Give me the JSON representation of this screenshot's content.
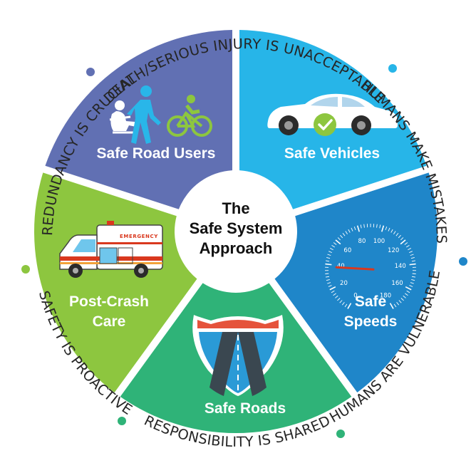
{
  "center": {
    "line1": "The",
    "line2": "Safe System",
    "line3": "Approach"
  },
  "segments": [
    {
      "id": "users",
      "label_lines": [
        "Safe Road Users"
      ],
      "color": "#6170b3",
      "icon": "seatbelt-pedestrian-bicycle-icon"
    },
    {
      "id": "vehicles",
      "label_lines": [
        "Safe Vehicles"
      ],
      "color": "#27b5e8",
      "icon": "car-checkmark-icon"
    },
    {
      "id": "speeds",
      "label_lines": [
        "Safe",
        "Speeds"
      ],
      "color": "#1f86c9",
      "icon": "speedometer-icon"
    },
    {
      "id": "roads",
      "label_lines": [
        "Safe Roads"
      ],
      "color": "#2fb378",
      "icon": "highway-shield-icon"
    },
    {
      "id": "postcrash",
      "label_lines": [
        "Post-Crash",
        "Care"
      ],
      "color": "#8dc63f",
      "icon": "ambulance-icon"
    }
  ],
  "principles": [
    {
      "text": "DEATH/SERIOUS INJURY IS UNACCEPTABLE",
      "dot_color": "#6170b3"
    },
    {
      "text": "HUMANS MAKE MISTAKES",
      "dot_color": "#27b5e8"
    },
    {
      "text": "HUMANS ARE VULNERABLE",
      "dot_color": "#1f86c9"
    },
    {
      "text": "RESPONSIBILITY IS SHARED",
      "dot_color": "#2fb378"
    },
    {
      "text": "SAFETY IS PROACTIVE",
      "dot_color": "#2fb378"
    },
    {
      "text": "REDUNDANCY IS CRUCIAL",
      "dot_color": "#8dc63f"
    }
  ],
  "speedometer": {
    "ticks": [
      "0",
      "20",
      "40",
      "60",
      "80",
      "100",
      "120",
      "140",
      "160",
      "180"
    ],
    "needle_value": 38
  },
  "ambulance": {
    "sign": "EMERGENCY"
  }
}
